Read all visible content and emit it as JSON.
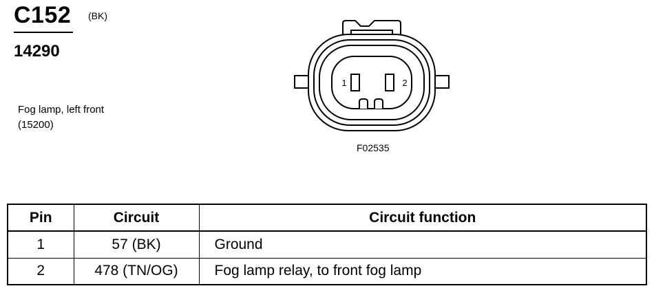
{
  "header": {
    "connector_id": "C152",
    "color_code": "(BK)",
    "part_number": "14290"
  },
  "component": {
    "name": "Fog lamp, left front",
    "number": "(15200)"
  },
  "diagram": {
    "pin_labels": [
      "1",
      "2"
    ],
    "figure_id": "F02535"
  },
  "table": {
    "headers": [
      "Pin",
      "Circuit",
      "Circuit function"
    ],
    "rows": [
      {
        "pin": "1",
        "circuit": "57 (BK)",
        "function": "Ground"
      },
      {
        "pin": "2",
        "circuit": "478 (TN/OG)",
        "function": "Fog lamp relay, to front fog lamp"
      }
    ]
  }
}
